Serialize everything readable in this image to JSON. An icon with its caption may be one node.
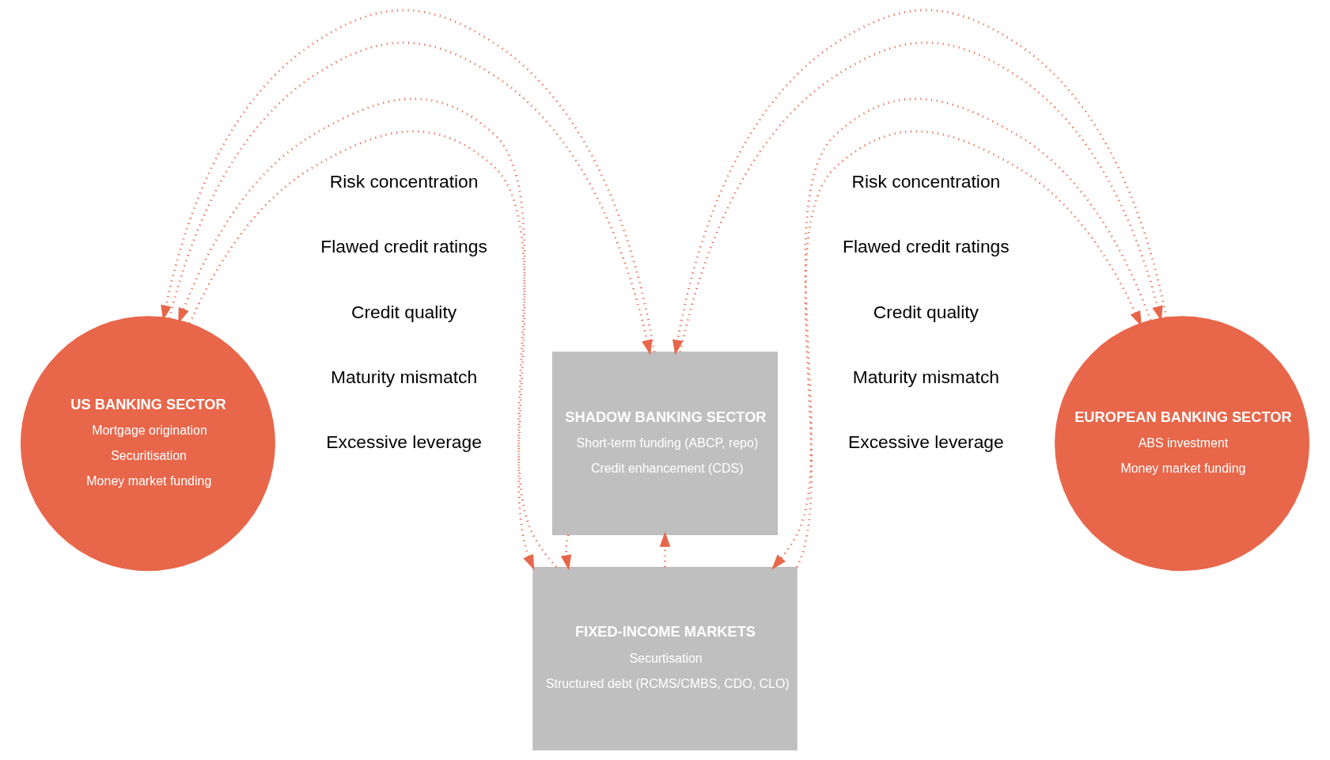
{
  "diagram": {
    "nodes": [
      {
        "text": [
          "US BANKING SECTOR",
          "Mortgage origination",
          "Securitisation",
          "Money market funding"
        ]
      },
      {
        "text": [
          "SHADOW BANKING SECTOR",
          "Short-term funding (ABCP, repo)",
          "Credit enhancement (CDS)"
        ]
      },
      {
        "text": [
          "EUROPEAN BANKING SECTOR",
          "ABS investment",
          "Money market funding"
        ]
      },
      {
        "text": [
          "FIXED-INCOME MARKETS",
          "Securtisation",
          "Structured debt (RCMS/CMBS, CDO, CLO)"
        ]
      }
    ],
    "edges": [
      {
        "from": 0,
        "to": 1,
        "arrow": "to",
        "style": "dashed"
      },
      {
        "from": 1,
        "to": 0,
        "arrow": "to",
        "style": "dashed"
      },
      {
        "from": 1,
        "to": 2,
        "arrow": "to",
        "style": "dashed"
      },
      {
        "from": 2,
        "to": 1,
        "arrow": "to",
        "style": "dashed"
      },
      {
        "from": 3,
        "to": 1,
        "arrow": "to",
        "style": "dashed"
      },
      {
        "from": 1,
        "to": 3,
        "arrow": "to",
        "style": "dashed"
      },
      {
        "from": 3,
        "to": 0,
        "arrow": "to",
        "style": "dashed"
      },
      {
        "from": 0,
        "to": 3,
        "arrow": "to",
        "style": "dashed"
      },
      {
        "from": 2,
        "to": 3,
        "arrow": "to",
        "style": "dashed"
      },
      {
        "from": 3,
        "to": 2,
        "arrow": "to",
        "style": "dashed"
      }
    ],
    "labels": [
      "Excessive leverage",
      "Maturity mismatch",
      "Excessive leverage",
      "Maturity mismatch",
      "Credit quality",
      "Flawed credit ratings",
      "Risk concentration",
      "Credit quality",
      "Flawed credit ratings",
      "Risk concentration"
    ]
  }
}
